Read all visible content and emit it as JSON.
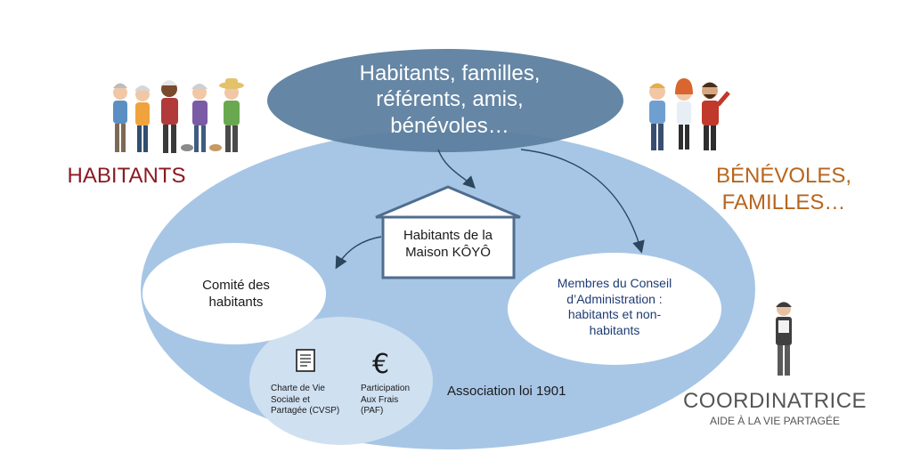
{
  "top_group": {
    "line1": "Habitants, familles,",
    "line2": "référents, amis,",
    "line3": "bénévoles…"
  },
  "house": {
    "line1": "Habitants de la",
    "line2": "Maison KÔYÔ"
  },
  "comite": {
    "line1": "Comité des",
    "line2": "habitants"
  },
  "membres": {
    "line1": "Membres du Conseil",
    "line2": "d’Administration :",
    "line3": "habitants et non-",
    "line4": "habitants"
  },
  "cvsp": {
    "line1": "Charte de Vie",
    "line2": "Sociale et",
    "line3": "Partagée  (CVSP)"
  },
  "paf": {
    "line1": "Participation",
    "line2": "Aux Frais",
    "line3": "(PAF)"
  },
  "association": "Association loi 1901",
  "labels": {
    "habitants": "HABITANTS",
    "benevoles_line1": "BÉNÉVOLES,",
    "benevoles_line2": "FAMILLES…",
    "coordinatrice": "COORDINATRICE",
    "coordinatrice_sub": "AIDE À LA VIE PARTAGÉE"
  },
  "icons": {
    "euro_symbol": "€",
    "document": "document-icon"
  },
  "colors": {
    "outer_ellipse": "#a7c6e6",
    "top_ellipse": "#5d7f9f",
    "arrow": "#2c4660",
    "habitants_label": "#8b1a22",
    "benevoles_label": "#b7651d",
    "membres_text": "#1f3c73"
  }
}
